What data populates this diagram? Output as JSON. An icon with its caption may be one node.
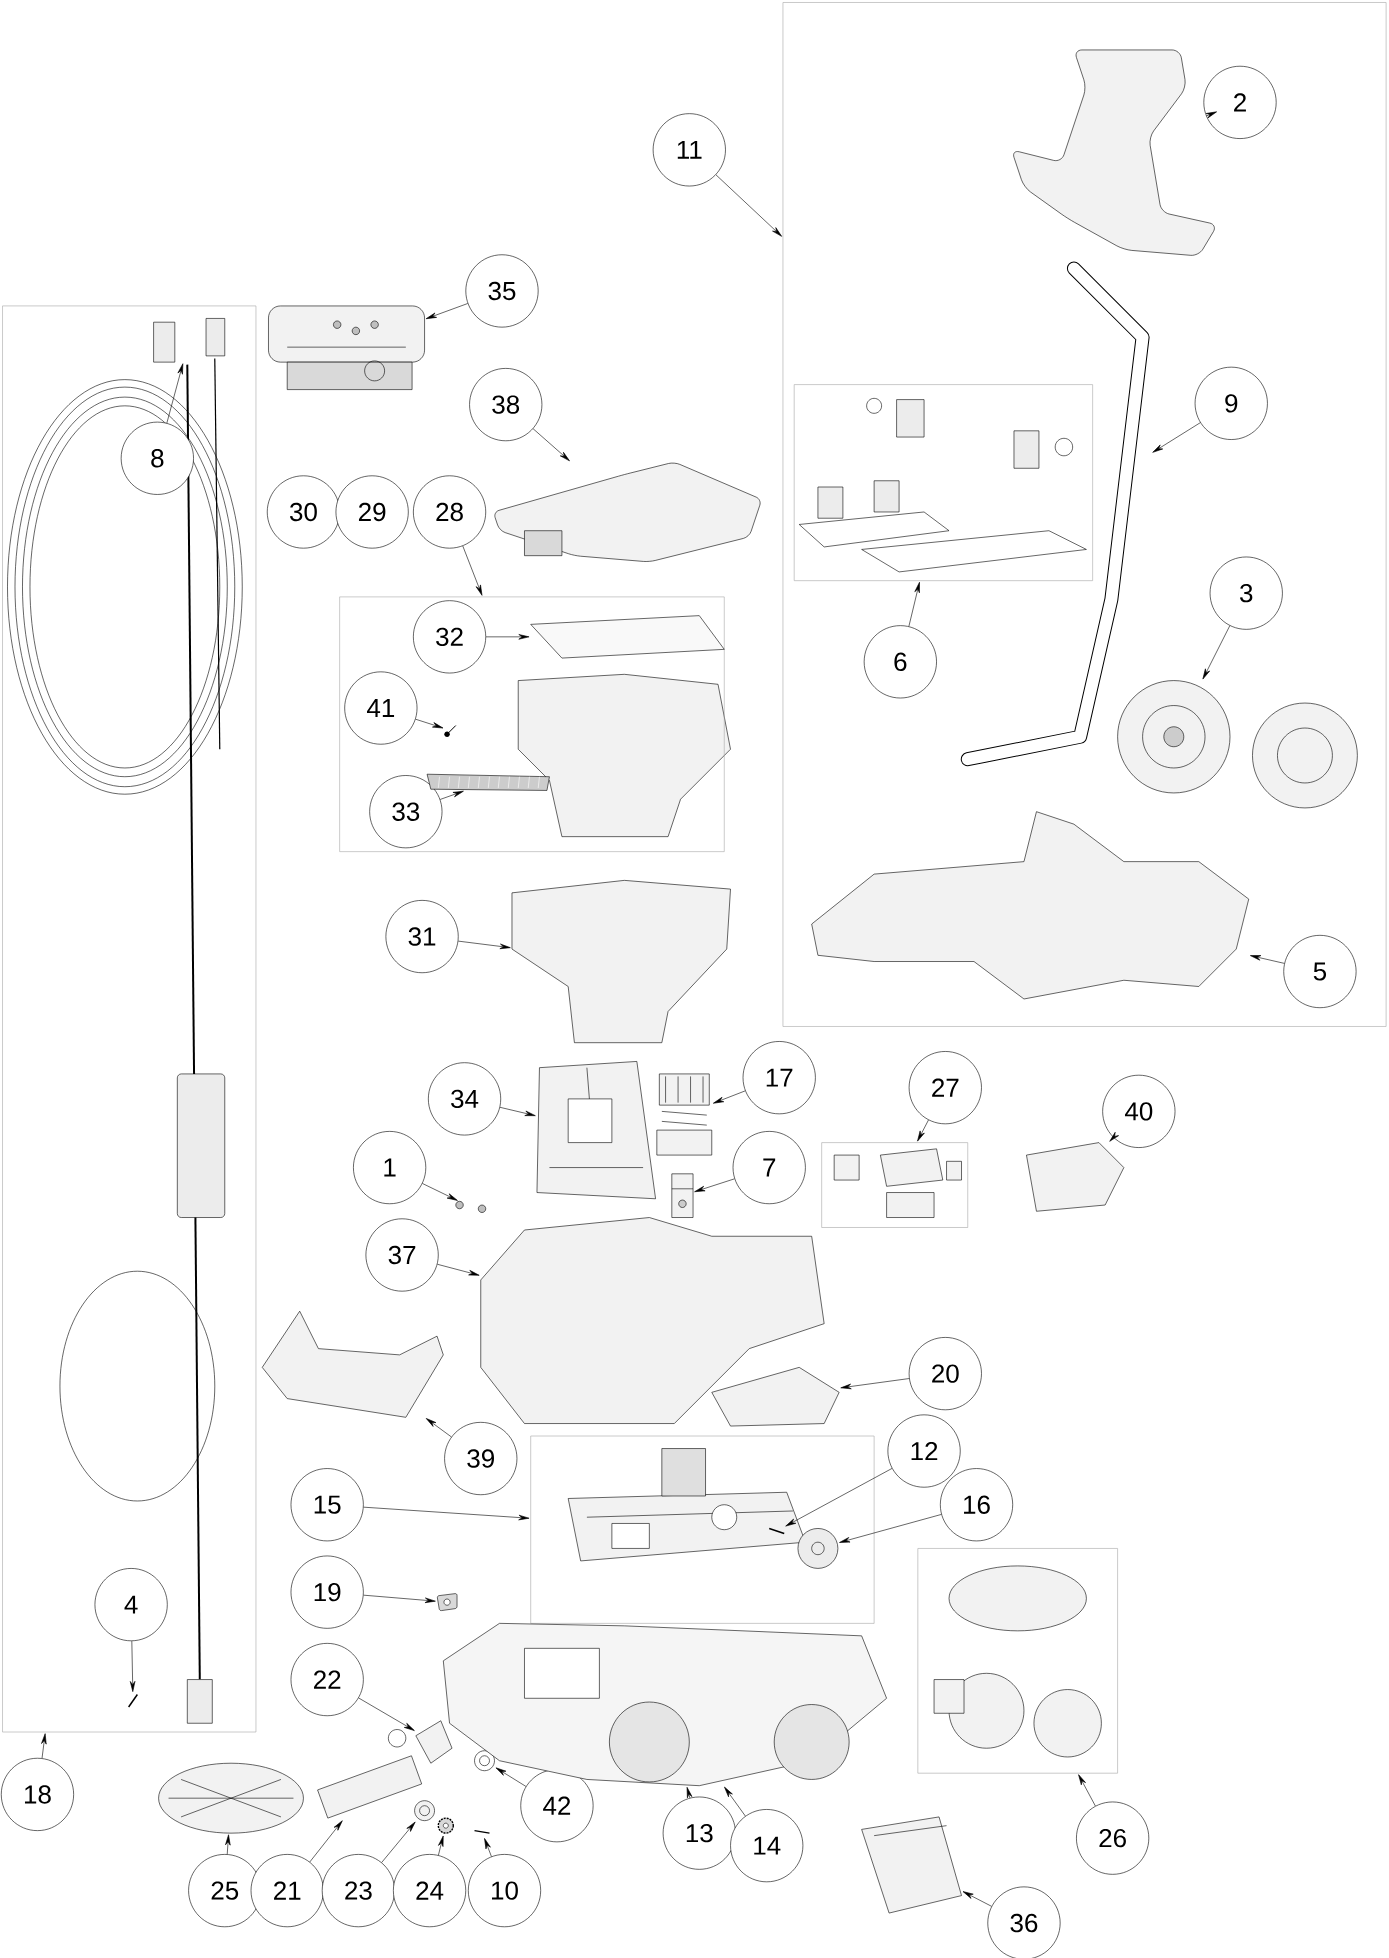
{
  "diagram": {
    "nodes": [
      {
        "text": [],
        "shape": "box"
      },
      {
        "text": [],
        "shape": "box"
      },
      {
        "text": [],
        "shape": "box"
      },
      {
        "text": [],
        "shape": "box",
        "in": 0
      },
      {
        "text": [],
        "shape": "box"
      },
      {
        "text": [],
        "shape": "box"
      },
      {
        "text": [],
        "shape": "box"
      },
      {
        "text": [
          "2"
        ],
        "in": 0
      },
      {
        "text": [
          "11"
        ]
      },
      {
        "text": [
          "35"
        ]
      },
      {
        "text": [
          "9"
        ],
        "in": 0
      },
      {
        "text": [
          "8"
        ],
        "in": 1
      },
      {
        "text": [
          "38"
        ]
      },
      {
        "text": [
          "30"
        ]
      },
      {
        "text": [
          "29"
        ]
      },
      {
        "text": [
          "28"
        ]
      },
      {
        "text": [
          "3"
        ],
        "in": 0
      },
      {
        "text": [
          "32"
        ],
        "in": 2
      },
      {
        "text": [
          "6"
        ],
        "in": 0
      },
      {
        "text": [
          "41"
        ],
        "in": 2
      },
      {
        "text": [
          "33"
        ],
        "in": 2
      },
      {
        "text": [
          "31"
        ]
      },
      {
        "text": [
          "5"
        ],
        "in": 0
      },
      {
        "text": [
          "17"
        ]
      },
      {
        "text": [
          "27"
        ]
      },
      {
        "text": [
          "34"
        ]
      },
      {
        "text": [
          "40"
        ]
      },
      {
        "text": [
          "1"
        ]
      },
      {
        "text": [
          "7"
        ]
      },
      {
        "text": [
          "37"
        ]
      },
      {
        "text": [
          "20"
        ]
      },
      {
        "text": [
          "39"
        ]
      },
      {
        "text": [
          "12"
        ]
      },
      {
        "text": [
          "15"
        ]
      },
      {
        "text": [
          "16"
        ]
      },
      {
        "text": [
          "19"
        ]
      },
      {
        "text": [
          "4"
        ],
        "in": 1
      },
      {
        "text": [
          "22"
        ]
      },
      {
        "text": [
          "18"
        ]
      },
      {
        "text": [
          "42"
        ]
      },
      {
        "text": [
          "26"
        ]
      },
      {
        "text": [
          "13"
        ]
      },
      {
        "text": [
          "14"
        ]
      },
      {
        "text": [
          "25"
        ]
      },
      {
        "text": [
          "21"
        ]
      },
      {
        "text": [
          "23"
        ]
      },
      {
        "text": [
          "24"
        ]
      },
      {
        "text": [
          "10"
        ]
      },
      {
        "text": [
          "36"
        ]
      },
      {
        "text": [],
        "shape": "picture",
        "in": 0
      },
      {
        "text": [],
        "shape": "picture"
      },
      {
        "text": [],
        "shape": "picture",
        "in": 1
      },
      {
        "text": [],
        "shape": "picture",
        "in": 0
      },
      {
        "text": [],
        "shape": "picture"
      },
      {
        "text": [],
        "shape": "picture",
        "in": 2
      },
      {
        "text": [],
        "shape": "picture",
        "in": 0
      },
      {
        "text": [],
        "shape": "picture",
        "in": 2
      },
      {
        "text": [],
        "shape": "picture",
        "in": 2
      },
      {
        "text": [],
        "shape": "picture"
      },
      {
        "text": [],
        "shape": "picture",
        "in": 0
      },
      {
        "text": [],
        "shape": "picture"
      },
      {
        "text": [],
        "shape": "picture"
      },
      {
        "text": [],
        "shape": "picture"
      },
      {
        "text": [],
        "shape": "picture"
      },
      {
        "text": [],
        "shape": "picture"
      },
      {
        "text": [],
        "shape": "picture"
      },
      {
        "text": [],
        "shape": "picture"
      },
      {
        "text": [],
        "shape": "picture"
      },
      {
        "text": [],
        "shape": "picture",
        "in": 5
      },
      {
        "text": [],
        "shape": "picture",
        "in": 5
      },
      {
        "text": [],
        "shape": "picture"
      },
      {
        "text": [],
        "shape": "picture"
      },
      {
        "text": [],
        "shape": "picture"
      },
      {
        "text": [],
        "shape": "picture"
      },
      {
        "text": [],
        "shape": "picture"
      },
      {
        "text": [],
        "shape": "picture"
      },
      {
        "text": [],
        "shape": "picture"
      },
      {
        "text": [],
        "shape": "picture"
      },
      {
        "text": [],
        "shape": "picture"
      },
      {
        "text": [],
        "shape": "picture"
      },
      {
        "text": [],
        "shape": "picture",
        "in": 1
      }
    ],
    "edges": [
      {
        "from": 7,
        "to": 49,
        "arrow": "to"
      },
      {
        "from": 8,
        "to": 0,
        "arrow": "to"
      },
      {
        "from": 9,
        "to": 50,
        "arrow": "to"
      },
      {
        "from": 10,
        "to": 52,
        "arrow": "to"
      },
      {
        "from": 11,
        "to": 51,
        "arrow": "to"
      },
      {
        "from": 12,
        "to": 53,
        "arrow": "to"
      },
      {
        "from": 15,
        "to": 2,
        "arrow": "to"
      },
      {
        "from": 16,
        "to": 55,
        "arrow": "to"
      },
      {
        "from": 17,
        "to": 54,
        "arrow": "to"
      },
      {
        "from": 18,
        "to": 3,
        "arrow": "to"
      },
      {
        "from": 19,
        "to": 56,
        "arrow": "to"
      },
      {
        "from": 20,
        "to": 57,
        "arrow": "to"
      },
      {
        "from": 21,
        "to": 58,
        "arrow": "to"
      },
      {
        "from": 22,
        "to": 59,
        "arrow": "to"
      },
      {
        "from": 23,
        "to": 60,
        "arrow": "to"
      },
      {
        "from": 24,
        "to": 4,
        "arrow": "to"
      },
      {
        "from": 25,
        "to": 61,
        "arrow": "to"
      },
      {
        "from": 26,
        "to": 62,
        "arrow": "to"
      },
      {
        "from": 27,
        "to": 63,
        "arrow": "to"
      },
      {
        "from": 28,
        "to": 64,
        "arrow": "to"
      },
      {
        "from": 29,
        "to": 65,
        "arrow": "to"
      },
      {
        "from": 30,
        "to": 66,
        "arrow": "to"
      },
      {
        "from": 31,
        "to": 67,
        "arrow": "to"
      },
      {
        "from": 32,
        "to": 68,
        "arrow": "to"
      },
      {
        "from": 33,
        "to": 5,
        "arrow": "to"
      },
      {
        "from": 34,
        "to": 69,
        "arrow": "to"
      },
      {
        "from": 35,
        "to": 70,
        "arrow": "to"
      },
      {
        "from": 36,
        "to": 80,
        "arrow": "to"
      },
      {
        "from": 37,
        "to": 71,
        "arrow": "to"
      },
      {
        "from": 38,
        "to": 1,
        "arrow": "to"
      },
      {
        "from": 39,
        "to": 72,
        "arrow": "to"
      },
      {
        "from": 40,
        "to": 6,
        "arrow": "to"
      },
      {
        "from": 41,
        "to": 73,
        "arrow": "to"
      },
      {
        "from": 42,
        "to": 73,
        "arrow": "to"
      },
      {
        "from": 43,
        "to": 74,
        "arrow": "to"
      },
      {
        "from": 44,
        "to": 75,
        "arrow": "to"
      },
      {
        "from": 45,
        "to": 76,
        "arrow": "to"
      },
      {
        "from": 46,
        "to": 77,
        "arrow": "to"
      },
      {
        "from": 47,
        "to": 78,
        "arrow": "to"
      },
      {
        "from": 48,
        "to": 79,
        "arrow": "to"
      }
    ]
  }
}
